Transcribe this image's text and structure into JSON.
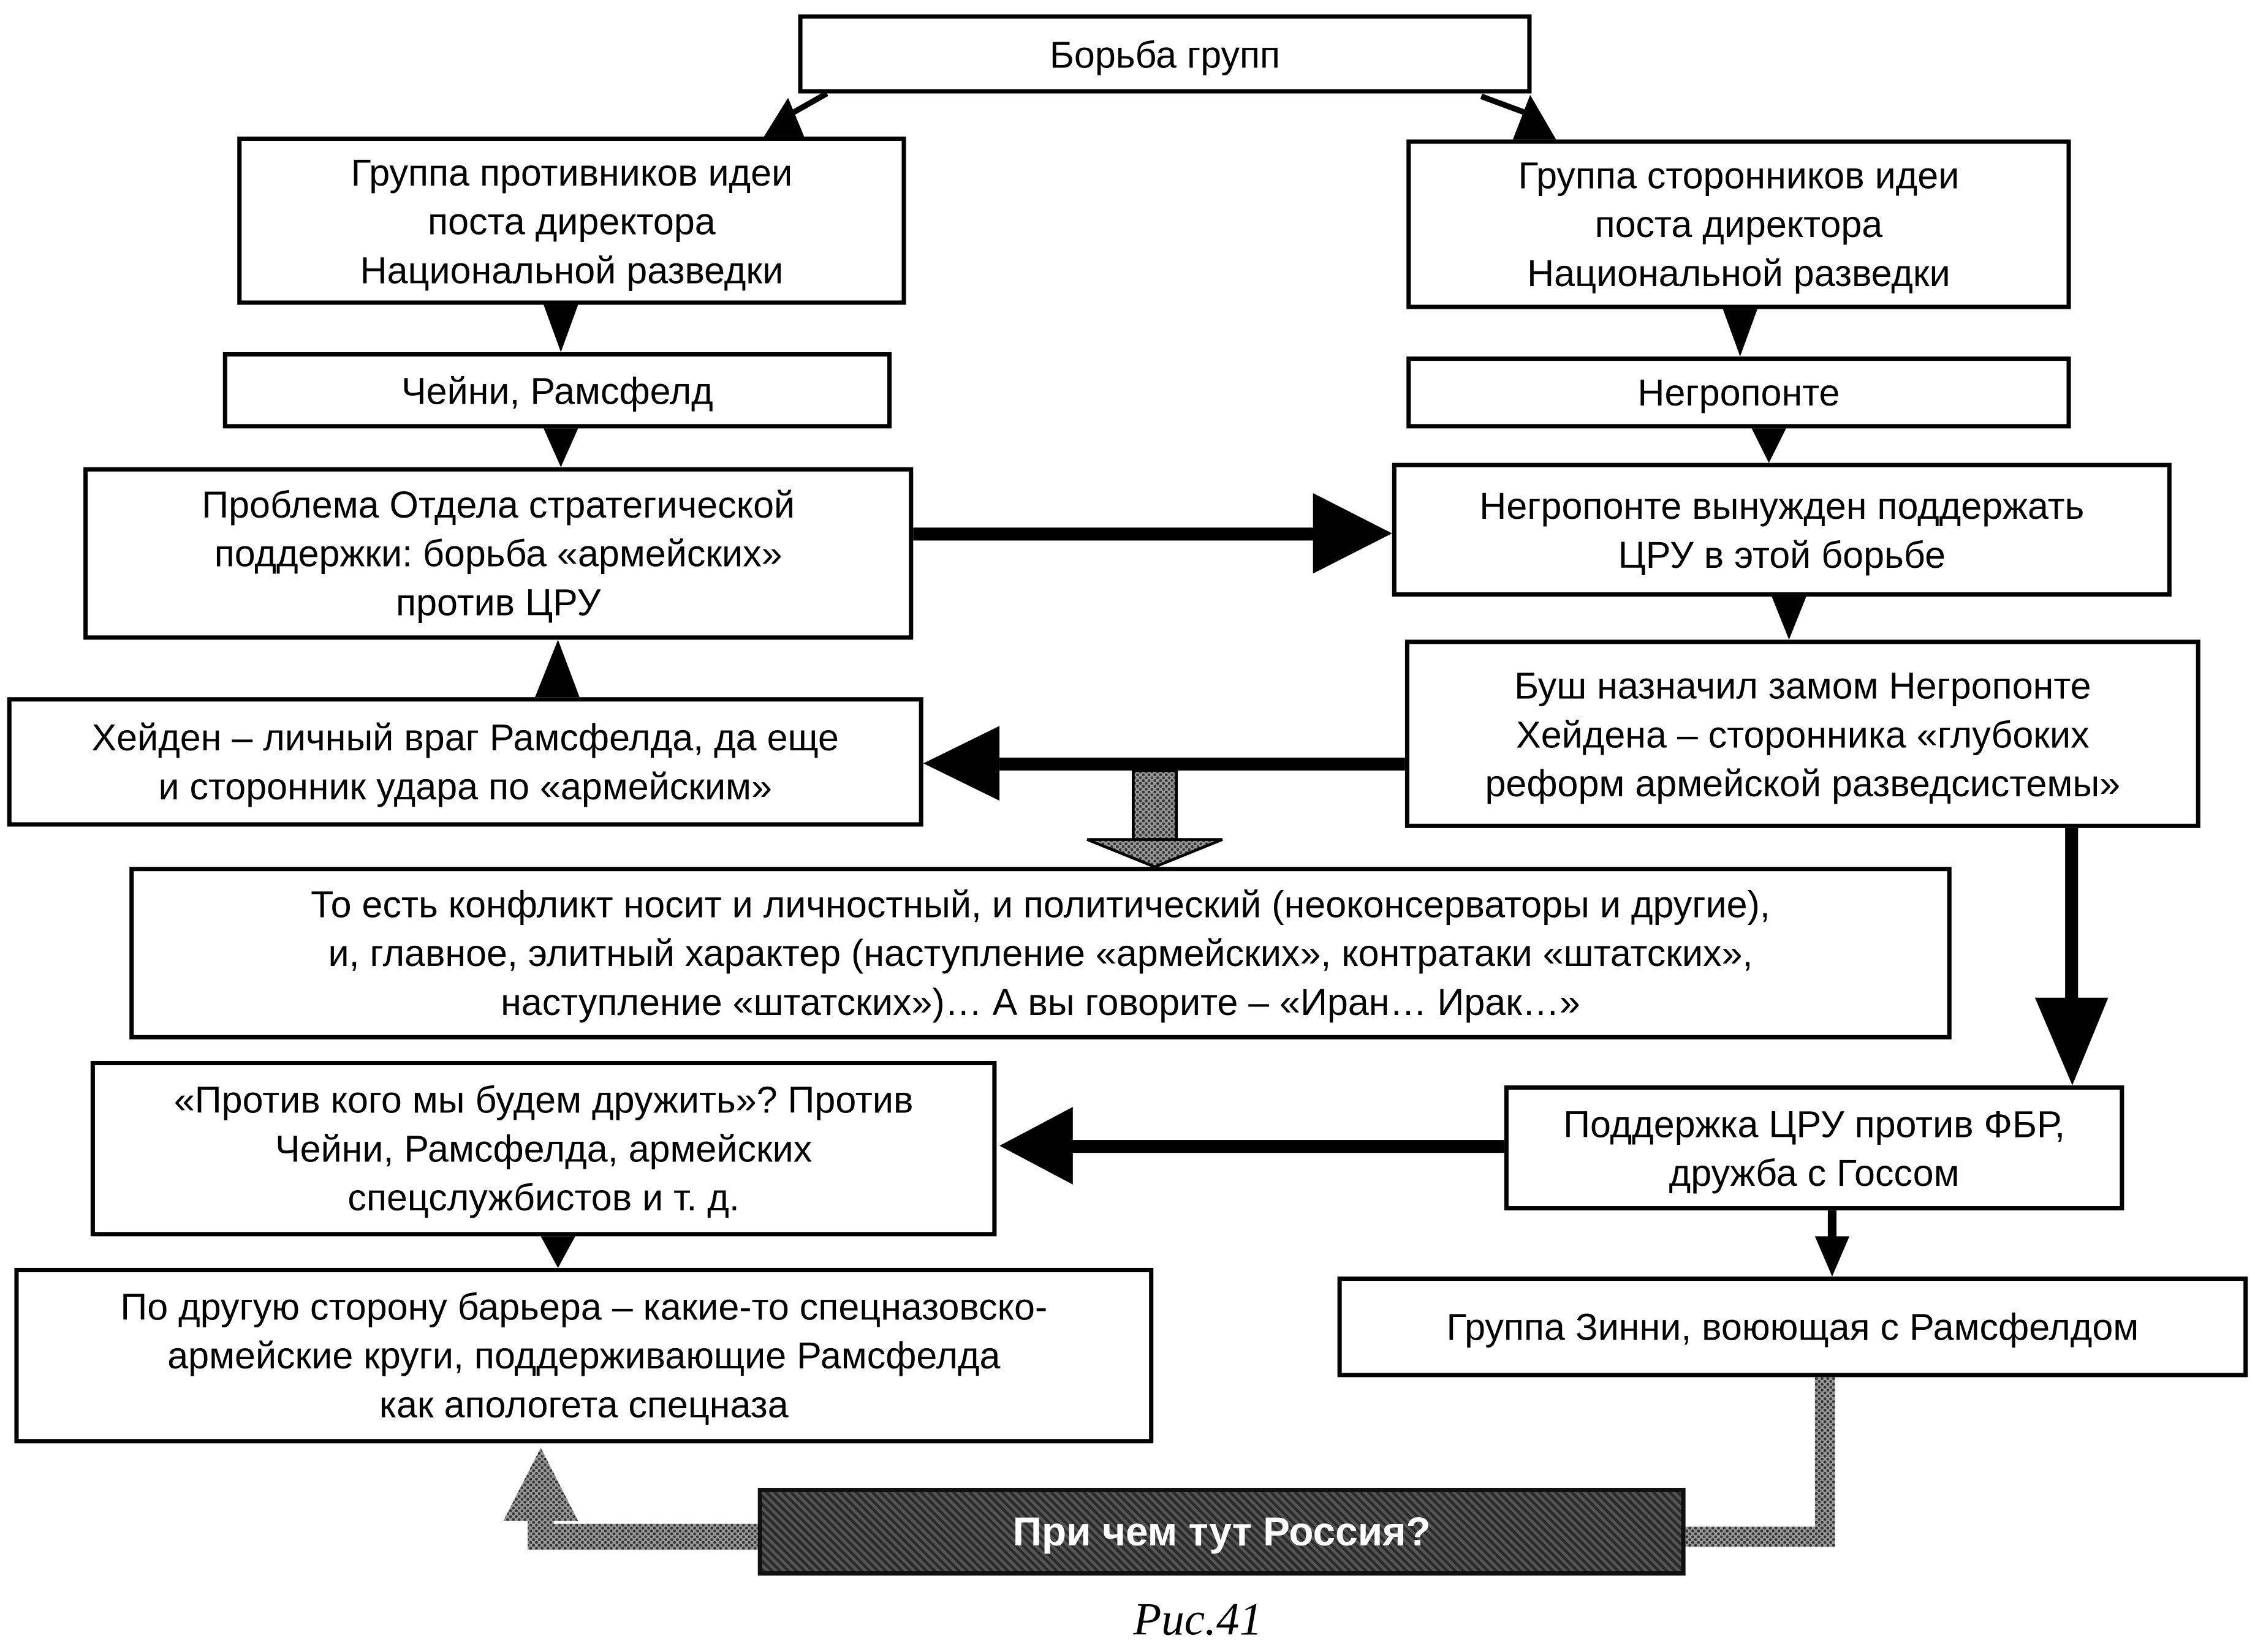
{
  "diagram": {
    "title": "Борьба групп",
    "left_group": "Группа противников идеи\nпоста директора\nНациональной разведки",
    "right_group": "Группа сторонников идеи\nпоста директора\nНациональной разведки",
    "left_members": "Чейни, Рамсфелд",
    "right_members": "Негропонте",
    "left_problem": "Проблема Отдела стратегической\nподдержки: борьба «армейских»\nпротив ЦРУ",
    "right_forced": "Негропонте вынужден поддержать\nЦРУ в этой борьбе",
    "bush_appointed": "Буш назначил замом Негропонте\nХейдена – сторонника «глубоких\nреформ армейской разведсистемы»",
    "hayden": "Хейден – личный враг Рамсфелда, да еще\nи сторонник удара по «армейским»",
    "conclusion": "То есть конфликт носит и личностный, и политический (неоконсерваторы и другие),\nи, главное, элитный характер (наступление «армейских», контратаки «штатских»,\nнаступление «штатских»)… А вы говорите – «Иран… Ирак…»",
    "against_whom": "«Против кого мы будем дружить»? Против\nЧейни, Рамсфелда, армейских\nспецслужбистов и т. д.",
    "cia_support": "Поддержка ЦРУ против ФБР,\nдружба с Госсом",
    "other_side": "По другую сторону барьера – какие-то спецназовско-\nармейские круги, поддерживающие Рамсфелда\nкак апологета спецназа",
    "zinni_group": "Группа Зинни, воюющая с Рамсфелдом",
    "russia_question": "При чем тут Россия?",
    "caption": "Рис.41"
  }
}
